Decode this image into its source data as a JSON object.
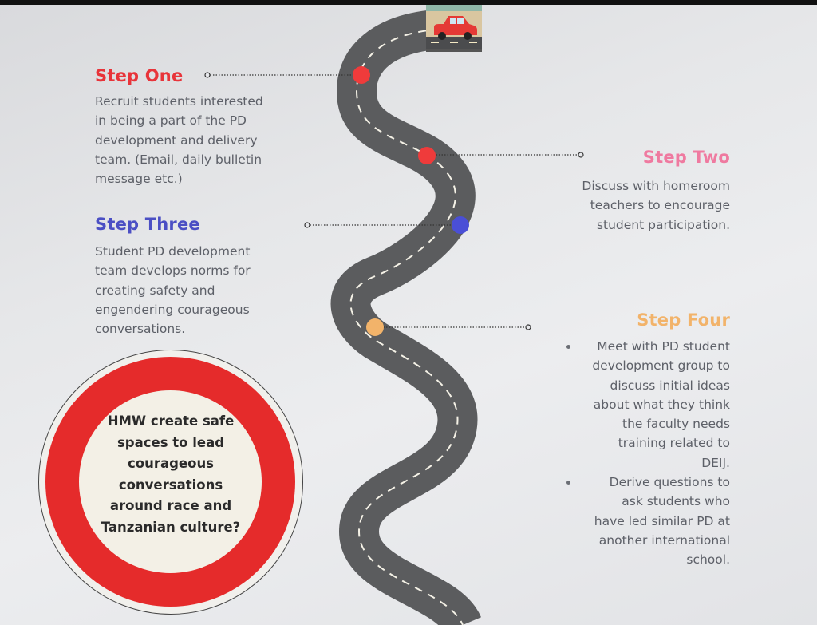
{
  "steps": {
    "one": {
      "title": "Step One",
      "color": "#e8343a",
      "lines": [
        "Recruit students interested",
        "in being a part of the PD",
        "development and delivery",
        "team. (Email, daily bulletin",
        "message etc.)"
      ]
    },
    "two": {
      "title": "Step Two",
      "color": "#ef7aa0",
      "lines": [
        "Discuss with homeroom",
        "teachers to encourage",
        "student participation."
      ]
    },
    "three": {
      "title": "Step Three",
      "color": "#4b4fc4",
      "lines": [
        "Student PD development",
        "team develops norms for",
        "creating safety and",
        "engendering courageous",
        "conversations."
      ]
    },
    "four": {
      "title": "Step Four",
      "color": "#f2b36a",
      "bullet1": [
        "Meet with PD student",
        "development group to",
        "discuss initial ideas",
        "about what they think",
        "the faculty needs",
        "training related to",
        "DEIJ."
      ],
      "bullet2": [
        "Derive questions to",
        "ask students who",
        "have led similar PD at",
        "another international",
        "school."
      ]
    }
  },
  "sign": {
    "lines": [
      "HMW create safe",
      "spaces to lead",
      "courageous",
      "conversations",
      "around race and",
      "Tanzanian culture?"
    ],
    "ring_color": "#e52b2b"
  },
  "icons": {
    "car": "car-icon",
    "road": "winding-road"
  },
  "markers": {
    "one": "#ef3b3b",
    "two": "#ef3b3b",
    "three": "#4a4fd6",
    "four": "#f2b36a"
  }
}
